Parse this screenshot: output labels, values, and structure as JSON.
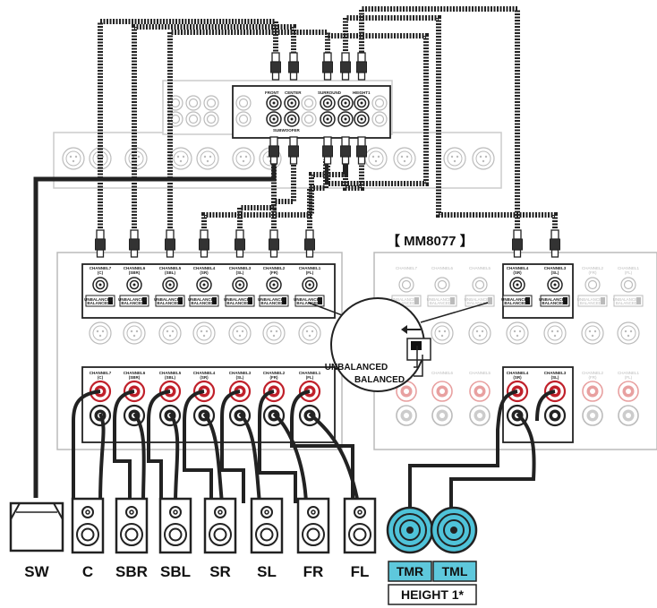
{
  "model_label": "【 MM8077 】",
  "callout": {
    "unbalanced": "UNBALANCED",
    "balanced": "BALANCED"
  },
  "main_channels": [
    {
      "name": "CHANNEL7",
      "sub": "(C)"
    },
    {
      "name": "CHANNEL6",
      "sub": "(SBR)"
    },
    {
      "name": "CHANNEL5",
      "sub": "(SBL)"
    },
    {
      "name": "CHANNEL4",
      "sub": "(SR)"
    },
    {
      "name": "CHANNEL3",
      "sub": "(SL)"
    },
    {
      "name": "CHANNEL2",
      "sub": "(FR)"
    },
    {
      "name": "CHANNEL1",
      "sub": "(FL)"
    }
  ],
  "sub_channels": [
    {
      "name": "CHANNEL7",
      "sub": ""
    },
    {
      "name": "CHANNEL6",
      "sub": ""
    },
    {
      "name": "CHANNEL5",
      "sub": ""
    },
    {
      "name": "CHANNEL4",
      "sub": "(SR)"
    },
    {
      "name": "CHANNEL3",
      "sub": "(SL)"
    },
    {
      "name": "CHANNEL2",
      "sub": "(FR)"
    },
    {
      "name": "CHANNEL1",
      "sub": "(FL)"
    }
  ],
  "switch_labels": {
    "unbalanced": "UNBALANCED",
    "balanced": "BALANCED"
  },
  "preamp_labels": {
    "front": "FRONT",
    "center": "CENTER",
    "subwoofer": "SUBWOOFER",
    "surround": "SURROUND",
    "height": "HEIGHT1"
  },
  "speakers": [
    {
      "id": "sw",
      "label": "SW"
    },
    {
      "id": "c",
      "label": "C"
    },
    {
      "id": "sbr",
      "label": "SBR"
    },
    {
      "id": "sbl",
      "label": "SBL"
    },
    {
      "id": "sr",
      "label": "SR"
    },
    {
      "id": "sl",
      "label": "SL"
    },
    {
      "id": "fr",
      "label": "FR"
    },
    {
      "id": "fl",
      "label": "FL"
    }
  ],
  "height_speakers": [
    {
      "id": "tmr",
      "label": "TMR"
    },
    {
      "id": "tml",
      "label": "TML"
    }
  ],
  "height_group_label": "HEIGHT 1*",
  "colors": {
    "cable": "#222222",
    "speaker_post_red": "#c0202a",
    "height_speaker": "#4fc3d9",
    "tag_fill": "#5ec8dc"
  }
}
